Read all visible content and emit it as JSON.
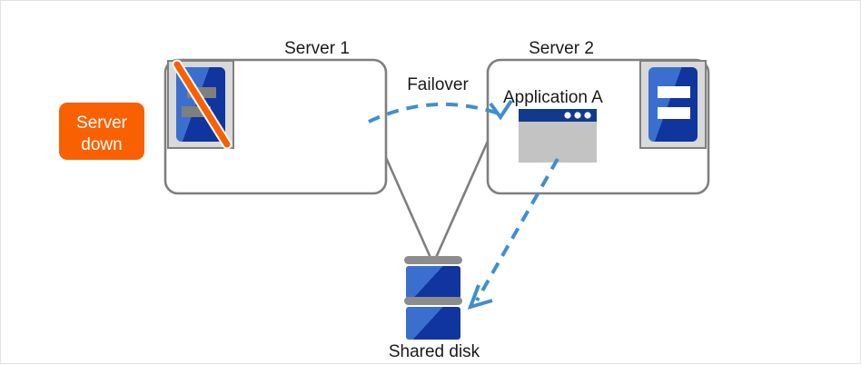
{
  "diagram": {
    "type": "failover-cluster-diagram",
    "background_color": "#ffffff",
    "border_color": "#e2e2e2",
    "status_badge": {
      "line1": "Server",
      "line2": "down",
      "fill": "#f96000",
      "text_color": "#ffffff",
      "name": "server-down-badge"
    },
    "nodes": [
      {
        "id": "server1",
        "title": "Server 1",
        "state": "down",
        "box_stroke": "#7f7f7f",
        "icon": {
          "name": "server-down-icon",
          "frame_fill": "#d9d9d9",
          "frame_stroke": "#808080",
          "body_light": "#3b6fcf",
          "body_dark": "#10359e",
          "bar_fill": "#7f7f7f",
          "strike_fill": "#f96000",
          "strike_outline": "#ffffff"
        }
      },
      {
        "id": "server2",
        "title": "Server 2",
        "state": "active",
        "box_stroke": "#7f7f7f",
        "icon": {
          "name": "server-active-icon",
          "frame_fill": "#d9d9d9",
          "frame_stroke": "#808080",
          "body_light": "#3b6fcf",
          "body_dark": "#10359e",
          "bar_fill": "#ffffff"
        },
        "application": {
          "label": "Application A",
          "window": {
            "name": "application-window-icon",
            "titlebar_fill": "#123a8c",
            "body_fill": "#c3c3c3",
            "dot_fill": "#ffffff",
            "dot_count": 3
          }
        }
      }
    ],
    "storage": {
      "label": "Shared disk",
      "name": "shared-disk-icon",
      "unit_count": 2,
      "cap_fill": "#8c8c8c",
      "body_light": "#3b6fcf",
      "body_dark": "#10359e"
    },
    "connectors": [
      {
        "name": "server1-to-disk-link",
        "style": "solid",
        "color": "#7f7f7f",
        "from": "server1",
        "to": "shared-disk"
      },
      {
        "name": "server2-to-disk-link",
        "style": "solid",
        "color": "#7f7f7f",
        "from": "server2",
        "to": "shared-disk"
      },
      {
        "name": "failover-arrow",
        "label": "Failover",
        "style": "dashed-curved",
        "color": "#3f8ed0",
        "from": "server1",
        "to": "server2"
      },
      {
        "name": "application-to-disk-arrow",
        "label": "",
        "style": "dashed-straight",
        "color": "#3f8ed0",
        "from": "application-window",
        "to": "shared-disk"
      }
    ]
  }
}
